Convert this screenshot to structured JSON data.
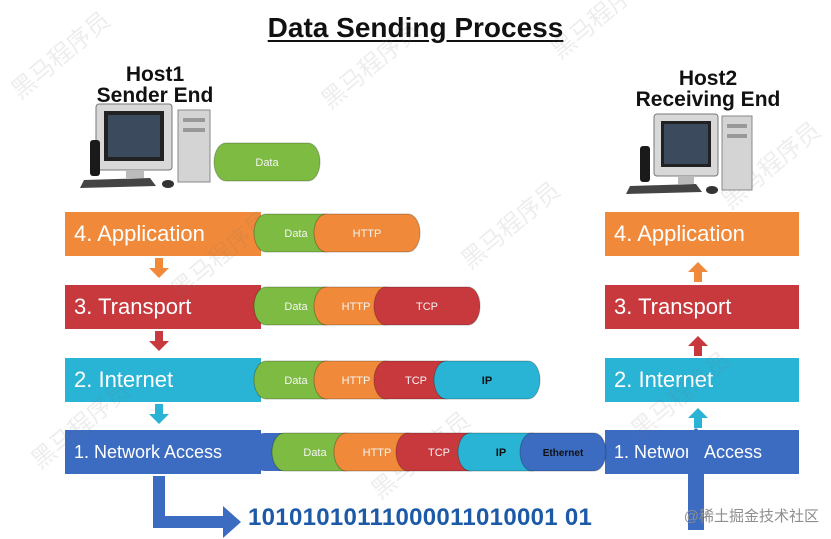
{
  "title": "Data Sending Process",
  "host1": {
    "line1": "Host1",
    "line2": "Sender End"
  },
  "host2": {
    "line1": "Host2",
    "line2": "Receiving End"
  },
  "layers": [
    {
      "label": "4. Application",
      "color": "#f08a3a"
    },
    {
      "label": "3. Transport",
      "color": "#c8393e"
    },
    {
      "label": "2. Internet",
      "color": "#29b4d6"
    },
    {
      "label": "1. Network Access",
      "color": "#3c6cc1"
    }
  ],
  "segments": {
    "data": {
      "label": "Data",
      "color": "#7ebb43"
    },
    "http": {
      "label": "HTTP",
      "color": "#f08a3a"
    },
    "tcp": {
      "label": "TCP",
      "color": "#c8393e"
    },
    "ip": {
      "label": "IP",
      "color": "#29b4d6"
    },
    "ethernet": {
      "label": "Ethernet",
      "color": "#3c6cc1"
    }
  },
  "bits": "10101010111000011010001 01",
  "footer": "@稀土掘金技术社区",
  "watermark": "黑马程序员"
}
